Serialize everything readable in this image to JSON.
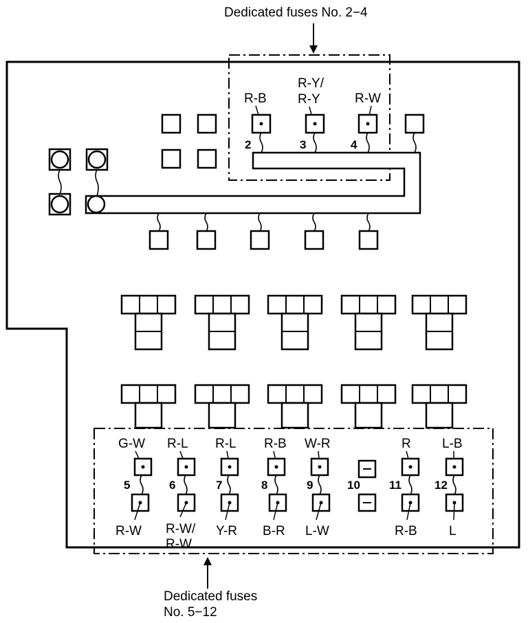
{
  "captions": {
    "top": "Dedicated fuses No. 2−4",
    "bottom_line1": "Dedicated fuses",
    "bottom_line2": "No. 5−12"
  },
  "top_fuses": [
    {
      "number": "2",
      "label": "R-B"
    },
    {
      "number": "3",
      "label_line1": "R-Y/",
      "label_line2": "R-Y"
    },
    {
      "number": "4",
      "label": "R-W"
    }
  ],
  "bottom_fuses": [
    {
      "number": "5",
      "top_label": "G-W",
      "bottom_label": "R-W"
    },
    {
      "number": "6",
      "top_label": "R-L",
      "bottom_label_line1": "R-W/",
      "bottom_label_line2": "R-W"
    },
    {
      "number": "7",
      "top_label": "R-L",
      "bottom_label": "Y-R"
    },
    {
      "number": "8",
      "top_label": "R-B",
      "bottom_label": "B-R"
    },
    {
      "number": "9",
      "top_label": "W-R",
      "bottom_label": "L-W"
    },
    {
      "number": "10",
      "top_label": "",
      "bottom_label": ""
    },
    {
      "number": "11",
      "top_label": "R",
      "bottom_label": "R-B"
    },
    {
      "number": "12",
      "top_label": "L-B",
      "bottom_label": "L"
    }
  ]
}
